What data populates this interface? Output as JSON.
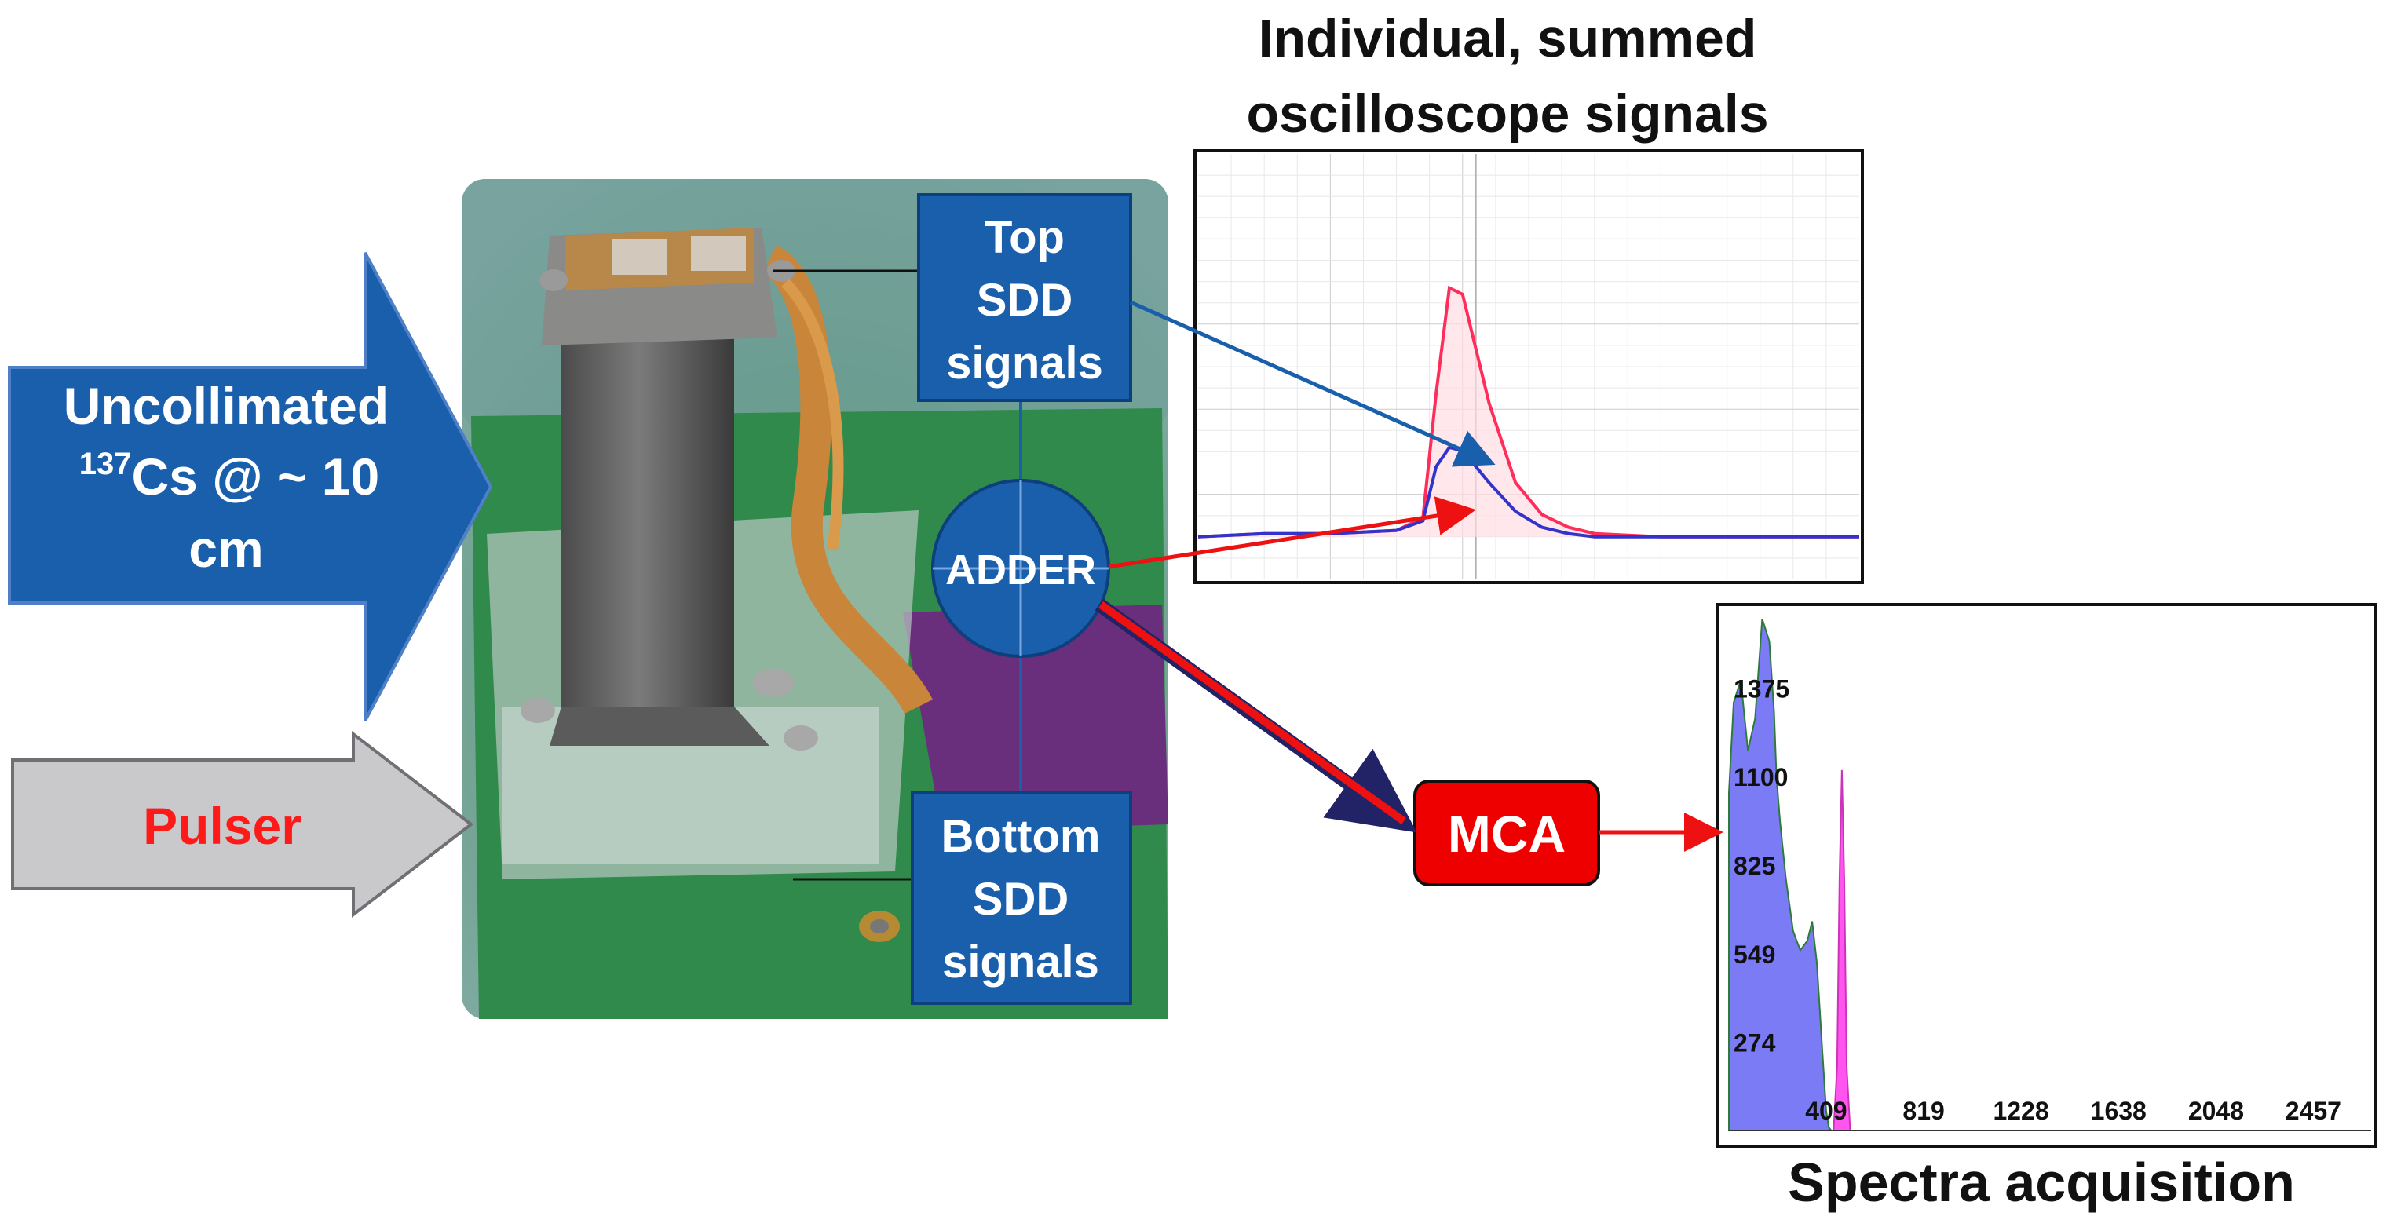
{
  "source_arrow": {
    "line1": "Uncollimated",
    "isotope_mass": "137",
    "line2_rest": "Cs @ ~ 10",
    "line3": "cm",
    "color": "#1a5fac"
  },
  "pulser_arrow": {
    "label": "Pulser",
    "fill": "#c9c9cc",
    "text_color": "#ff1a1a"
  },
  "top_box": {
    "lines": [
      "Top",
      "SDD",
      "signals"
    ],
    "color": "#1a5fac"
  },
  "bottom_box": {
    "lines": [
      "Bottom",
      "SDD",
      "signals"
    ],
    "color": "#1a5fac"
  },
  "adder": {
    "label": "ADDER",
    "color": "#1a5fac"
  },
  "mca": {
    "label": "MCA",
    "color": "#ee0000"
  },
  "oscilloscope": {
    "title_line1": "Individual, summed",
    "title_line2": "oscilloscope signals",
    "summed_color": "#ff2d5a",
    "individual_color": "#3333cc"
  },
  "spectrum": {
    "caption": "Spectra acquisition",
    "main_fill": "#7b7bf5",
    "pulser_peak_fill": "#ff55ee"
  },
  "chart_data": [
    {
      "type": "line",
      "title": "Individual, summed oscilloscope signals",
      "series": [
        {
          "x": [
            0,
            10,
            20,
            30,
            34,
            36,
            38,
            40,
            44,
            48,
            52,
            56,
            60,
            70,
            80,
            100
          ],
          "values": [
            0.0,
            0.01,
            0.01,
            0.02,
            0.06,
            0.45,
            0.78,
            0.76,
            0.42,
            0.17,
            0.07,
            0.03,
            0.01,
            0.0,
            0.0,
            0.0
          ]
        },
        {
          "x": [
            0,
            10,
            20,
            30,
            34,
            36,
            38,
            40,
            44,
            48,
            52,
            56,
            60,
            70,
            80,
            100
          ],
          "values": [
            0.0,
            0.01,
            0.01,
            0.02,
            0.05,
            0.22,
            0.28,
            0.27,
            0.17,
            0.08,
            0.03,
            0.01,
            0.0,
            0.0,
            0.0,
            0.0
          ]
        }
      ]
    },
    {
      "type": "area",
      "title": "Spectra acquisition",
      "x_ticks": [
        409,
        819,
        1228,
        1638,
        2048,
        2457
      ],
      "y_ticks": [
        274,
        549,
        825,
        1100,
        1375
      ],
      "ylim": [
        0,
        1620
      ],
      "xlim": [
        0,
        2700
      ],
      "series": [
        {
          "x": [
            0,
            20,
            50,
            80,
            110,
            140,
            170,
            190,
            200,
            215,
            240,
            270,
            300,
            330,
            350,
            370,
            390,
            409,
            420,
            430
          ],
          "values": [
            1050,
            1330,
            1400,
            1180,
            1280,
            1590,
            1520,
            1300,
            1100,
            960,
            780,
            620,
            560,
            590,
            650,
            520,
            280,
            60,
            10,
            0
          ]
        },
        {
          "x": [
            440,
            455,
            465,
            475,
            485,
            495,
            510
          ],
          "values": [
            0,
            200,
            780,
            1120,
            780,
            200,
            0
          ]
        }
      ]
    }
  ]
}
